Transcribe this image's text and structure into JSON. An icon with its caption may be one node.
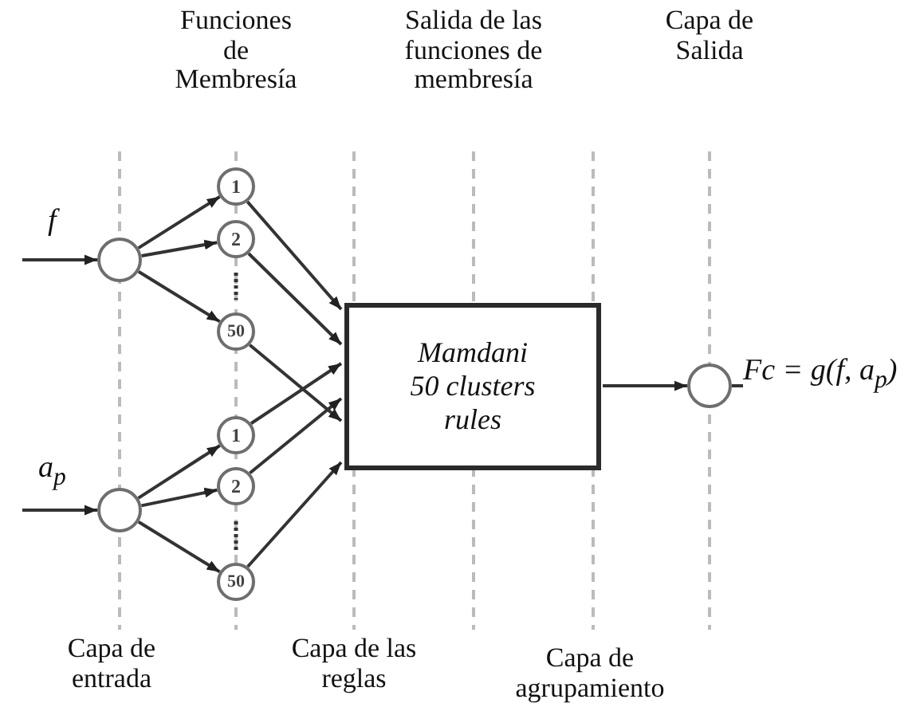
{
  "diagram": {
    "nodes": [
      {
        "text": [],
        "shape": "circle"
      },
      {
        "text": [],
        "shape": "circle"
      },
      {
        "text": [
          "1"
        ]
      },
      {
        "text": [
          "2"
        ]
      },
      {
        "text": [
          "50"
        ]
      },
      {
        "text": [
          "1"
        ]
      },
      {
        "text": [
          "2"
        ]
      },
      {
        "text": [
          "50"
        ]
      },
      {
        "text": [
          "Mamdani 50 clusters rules"
        ]
      },
      {
        "text": [],
        "shape": "circle"
      }
    ],
    "edges": [
      {
        "from": null,
        "to": 0,
        "arrow": "to",
        "label": "f"
      },
      {
        "from": 0,
        "to": 2,
        "arrow": "to"
      },
      {
        "from": 0,
        "to": 3,
        "arrow": "to"
      },
      {
        "from": 0,
        "to": 4,
        "arrow": "to"
      },
      {
        "from": null,
        "to": 1,
        "arrow": "to",
        "label": "a$_{p}$"
      },
      {
        "from": 1,
        "to": 5,
        "arrow": "to"
      },
      {
        "from": 1,
        "to": 6,
        "arrow": "to"
      },
      {
        "from": 1,
        "to": 7,
        "arrow": "to"
      },
      {
        "from": 2,
        "to": 8,
        "arrow": "to"
      },
      {
        "from": 3,
        "to": 8,
        "arrow": "to"
      },
      {
        "from": 4,
        "to": 8,
        "arrow": "to"
      },
      {
        "from": 5,
        "to": 8,
        "arrow": "to"
      },
      {
        "from": 6,
        "to": 8,
        "arrow": "to"
      },
      {
        "from": 7,
        "to": 8,
        "arrow": "to"
      },
      {
        "from": 8,
        "to": 9,
        "arrow": "to"
      },
      {
        "from": 9,
        "to": null,
        "arrow": "to",
        "label": "Fc = g(f, a$_{p}$)"
      }
    ],
    "labels": [
      "Funciones de Membresía",
      "Salida de las funciones de membresía",
      "Capa de Salida",
      "Capa de entrada",
      "Capa de las reglas",
      "Capa de agrupamiento"
    ]
  }
}
